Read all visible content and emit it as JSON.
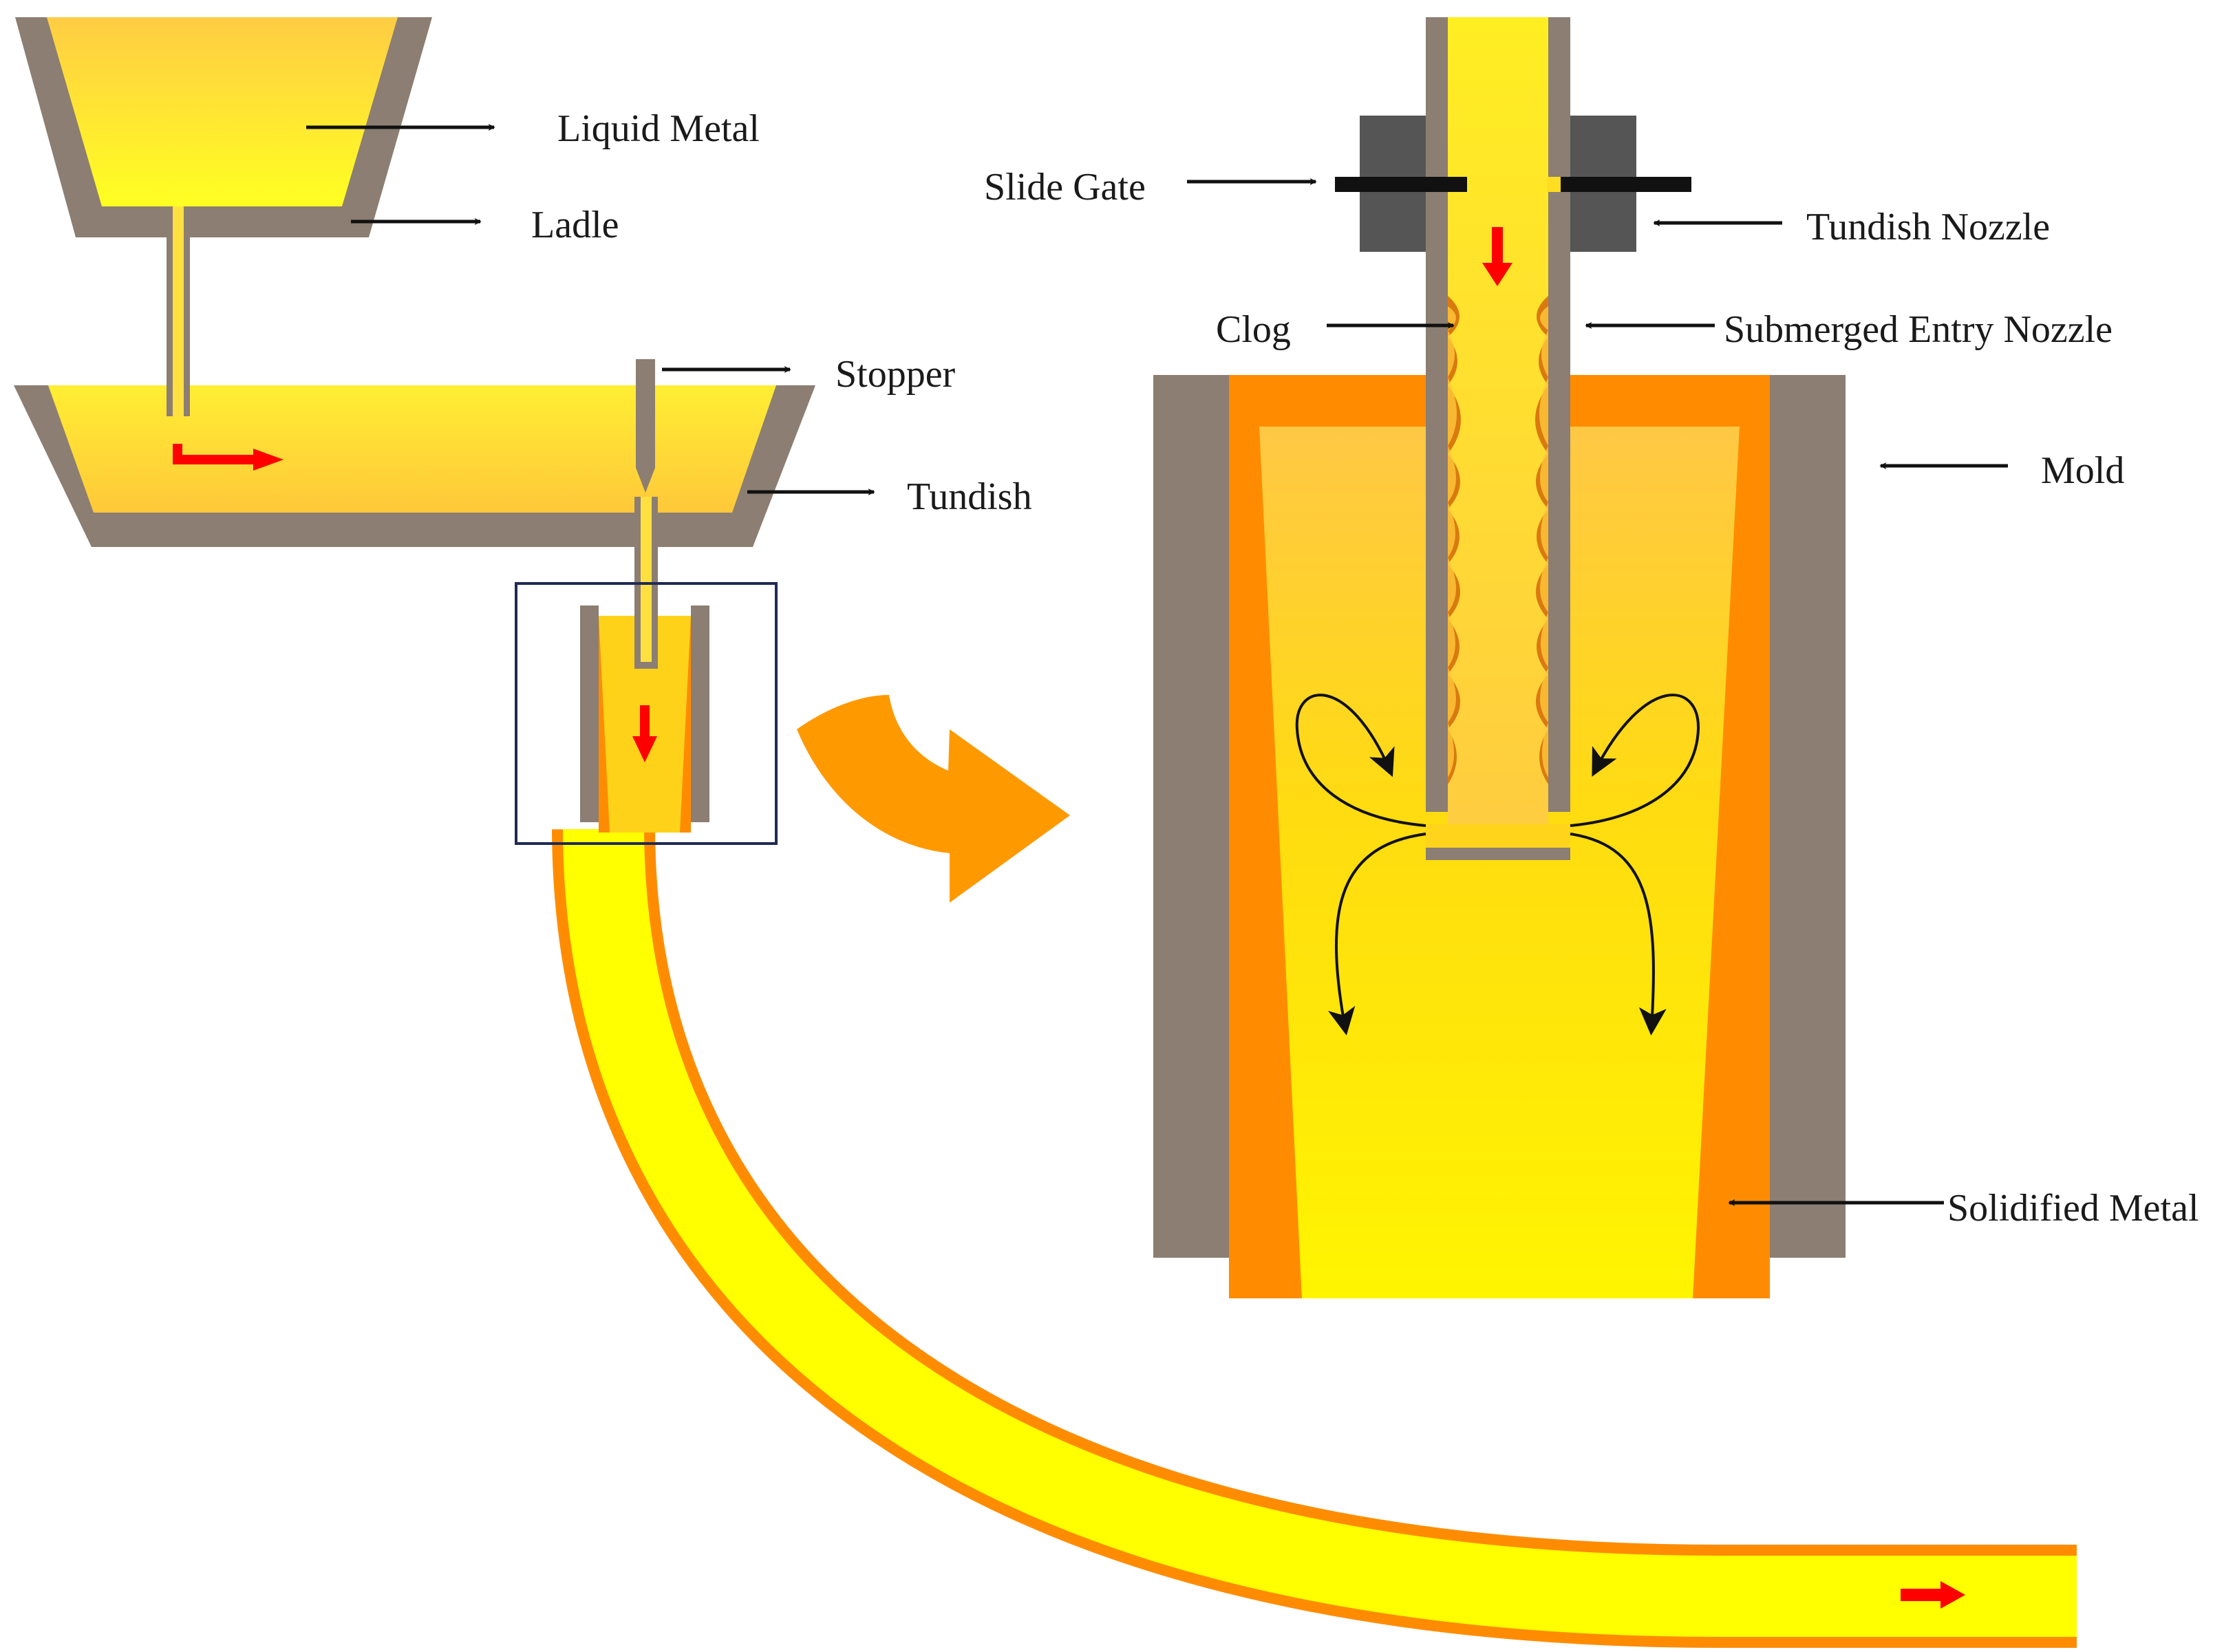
{
  "labels": {
    "liquid_metal": "Liquid Metal",
    "ladle": "Ladle",
    "stopper": "Stopper",
    "tundish": "Tundish",
    "slide_gate": "Slide Gate",
    "tundish_nozzle": "Tundish Nozzle",
    "clog": "Clog",
    "submerged_entry_nozzle": "Submerged Entry Nozzle",
    "mold": "Mold",
    "solidified_metal": "Solidified Metal"
  },
  "colors": {
    "refractory": "#8c7e72",
    "metal_hot": "#ffef00",
    "metal_warm": "#ffd24a",
    "shell": "#ff8c00",
    "clog": "#d97a10",
    "flow_arrow": "#ff0000",
    "zoom_arrow": "#ff9900",
    "slide_gate_block": "#555555",
    "callout_box": "#1f2a55"
  }
}
